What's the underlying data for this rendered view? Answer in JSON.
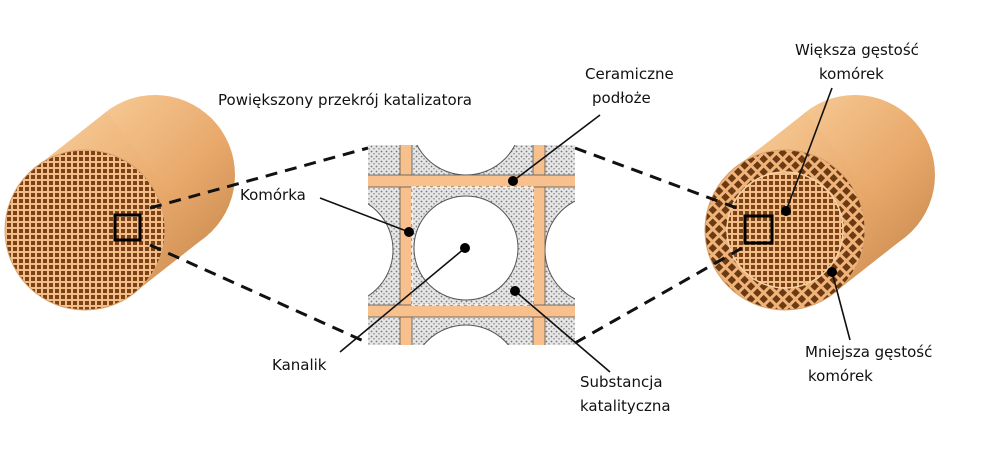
{
  "title": "Powiększony przekrój katalizatora",
  "labels": {
    "ceramic_1": "Ceramiczne",
    "ceramic_2": "podłoże",
    "cell": "Komórka",
    "channel": "Kanalik",
    "catalyst_1": "Substancja",
    "catalyst_2": "katalityczna",
    "higher_1": "Większa gęstość",
    "higher_2": "komórek",
    "lower_1": "Mniejsza gęstość",
    "lower_2": "komórek"
  },
  "colors": {
    "substrate": "#f7c08c",
    "grid": "#6b3a12",
    "coating": "#d8d8d8"
  }
}
